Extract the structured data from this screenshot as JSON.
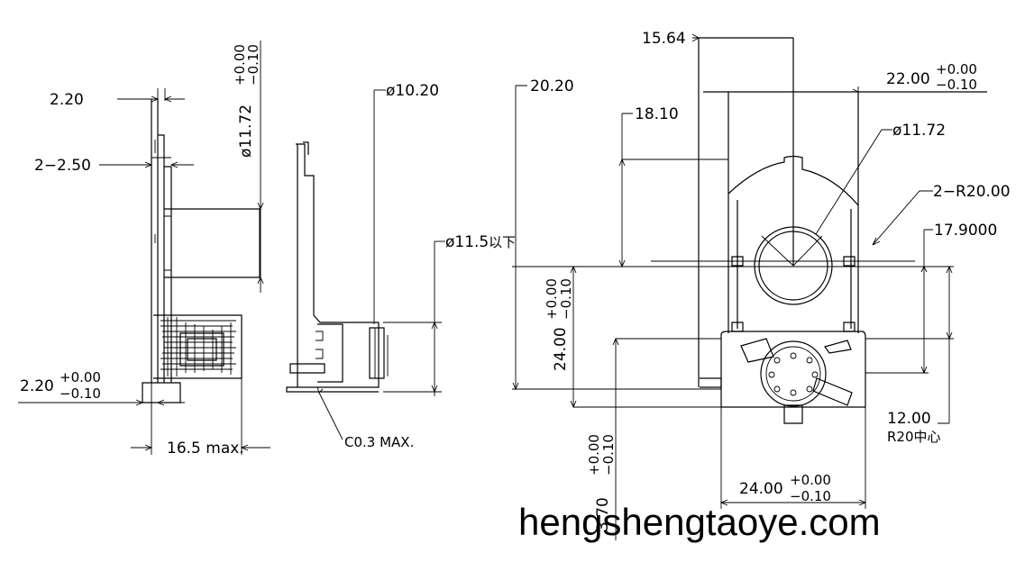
{
  "colors": {
    "line": "#000000",
    "background": "#ffffff"
  },
  "side_view": {
    "dim_2_20": "2.20",
    "dim_2_2_50": "2−2.50",
    "dim_dia_11_72": "ø11.72",
    "dim_dia_11_72_tol_upper": "+0.00",
    "dim_dia_11_72_tol_lower": "−0.10",
    "dim_bottom_2_20": "2.20",
    "dim_bottom_2_20_tol_upper": "+0.00",
    "dim_bottom_2_20_tol_lower": "−0.10",
    "dim_16_5_max": "16.5  max."
  },
  "section_view": {
    "dim_dia_10_20": "ø10.20",
    "dim_dia_11_5": "ø11.5",
    "dim_dia_11_5_note": "以下",
    "dim_c0_3": "C0.3 MAX."
  },
  "front_view": {
    "dim_15_64": "15.64",
    "dim_22_00": "22.00",
    "dim_22_00_tol_upper": "+0.00",
    "dim_22_00_tol_lower": "−0.10",
    "dim_20_20": "20.20",
    "dim_18_10": "18.10",
    "dim_dia_11_72": "ø11.72",
    "dim_2_r20": "2−R20.00",
    "dim_17_9000": "17.9000",
    "dim_24_00_vert": "24.00",
    "dim_24_00_vert_tol_upper": "+0.00",
    "dim_24_00_vert_tol_lower": "−0.10",
    "dim_12_00": "12.00",
    "dim_r20_center": "R20中心",
    "dim_x_70": "3.70",
    "dim_x_70_tol_upper": "+0.00",
    "dim_x_70_tol_lower": "−0.10",
    "dim_24_00_horiz": "24.00",
    "dim_24_00_horiz_tol_upper": "+0.00",
    "dim_24_00_horiz_tol_lower": "−0.10"
  },
  "watermark": "hengshengtaoye.com"
}
